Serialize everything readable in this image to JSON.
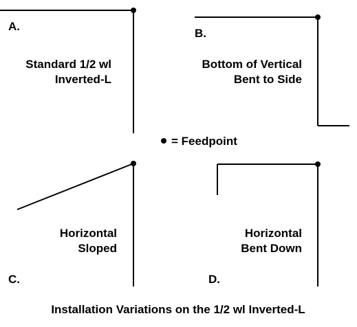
{
  "panels": [
    {
      "letter": "A.",
      "title_line1": "Standard 1/2 wl",
      "title_line2": "Inverted-L"
    },
    {
      "letter": "B.",
      "title_line1": "Bottom of Vertical",
      "title_line2": "Bent to Side"
    },
    {
      "letter": "C.",
      "title_line1": "Horizontal",
      "title_line2": "Sloped"
    },
    {
      "letter": "D.",
      "title_line1": "Horizontal",
      "title_line2": "Bent Down"
    }
  ],
  "legend": {
    "text": "= Feedpoint"
  },
  "caption": "Installation Variations on the 1/2 wl Inverted-L"
}
